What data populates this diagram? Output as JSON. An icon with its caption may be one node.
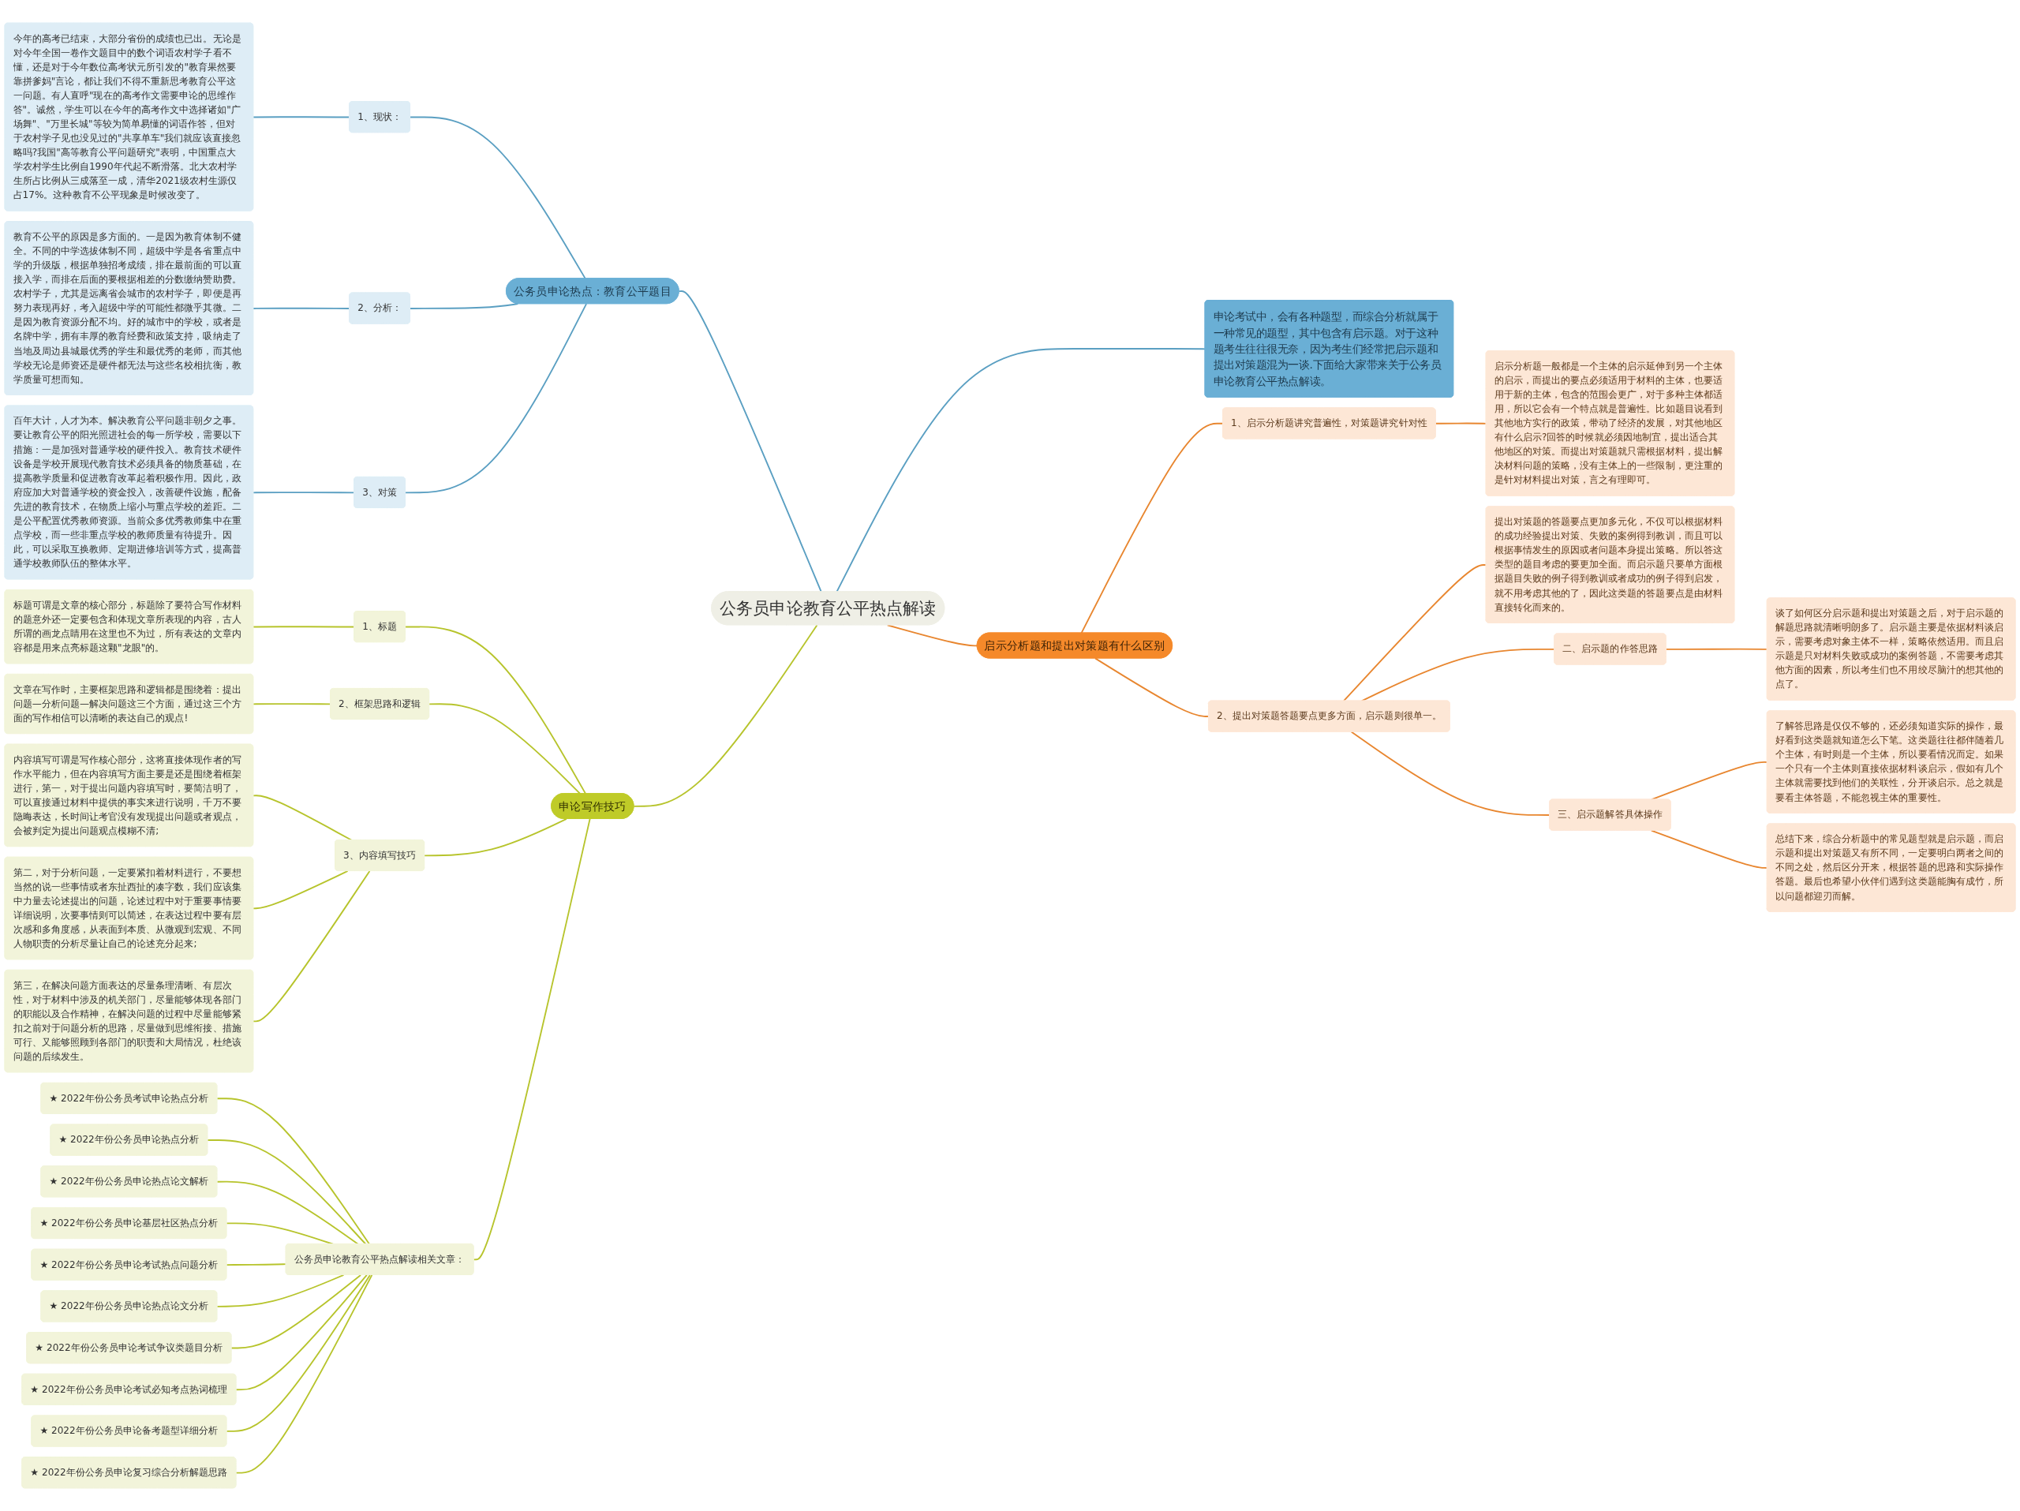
{
  "diagram": {
    "nodes": [
      {
        "text": [
          "公务员申论教育公平热点解读"
        ]
      },
      {
        "text": [
          "公务员申论热点：教育公平题目"
        ]
      },
      {
        "text": [
          "1、现状："
        ]
      },
      {
        "text": [
          "今年的高考已结束，大部分省份的成绩也已出。无论是对今年全国一卷作文题目中的数个词语农村学子看不懂，还是对于今年数位高考状元所引发的\"教育果然要靠拼爹妈\"言论，都让我们不得不重新思考教育公平这一问题。有人直呼\"现在的高考作文需要申论的思维作答\"。诚然，学生可以在今年的高考作文中选择诸如\"广场舞\"、\"万里长城\"等较为简单易懂的词语作答，但对于农村学子见也没见过的\"共享单车\"我们就应该直接忽略吗?我国\"高等教育公平问题研究\"表明，中国重点大学农村学生比例自1990年代起不断滑落。北大农村学生所占比例从三成落至一成，清华2021级农村生源仅占17%。这种教育不公平现象是时候改变了。"
        ]
      },
      {
        "text": [
          "2、分析："
        ]
      },
      {
        "text": [
          "教育不公平的原因是多方面的。一是因为教育体制不健全。不同的中学选拔体制不同，超级中学是各省重点中学的升级版，根据单独招考成绩，排在最前面的可以直接入学，而排在后面的要根据相差的分数缴纳赞助费。农村学子，尤其是远离省会城市的农村学子，即便是再努力表现再好，考入超级中学的可能性都微乎其微。二是因为教育资源分配不均。好的城市中的学校，或者是名牌中学，拥有丰厚的教育经费和政策支持，吸纳走了当地及周边县城最优秀的学生和最优秀的老师，而其他学校无论是师资还是硬件都无法与这些名校相抗衡，教学质量可想而知。"
        ]
      },
      {
        "text": [
          "3、对策"
        ]
      },
      {
        "text": [
          "百年大计，人才为本。解决教育公平问题非朝夕之事。要让教育公平的阳光照进社会的每一所学校，需要以下措施：一是加强对普通学校的硬件投入。教育技术硬件设备是学校开展现代教育技术必须具备的物质基础，在提高教学质量和促进教育改革起着积极作用。因此，政府应加大对普通学校的资金投入，改善硬件设施，配备先进的教育技术，在物质上缩小与重点学校的差距。二是公平配置优秀教师资源。当前众多优秀教师集中在重点学校，而一些非重点学校的教师质量有待提升。因此，可以采取互换教师、定期进修培训等方式，提高普通学校教师队伍的整体水平。"
        ]
      },
      {
        "text": [
          "申论考试中，会有各种题型，而综合分析就属于一种常见的题型，其中包含有启示题。对于这种题考生往往很无奈，因为考生们经常把启示题和提出对策题混为一谈.下面给大家带来关于公务员申论教育公平热点解读。"
        ]
      },
      {
        "text": [
          "启示分析题和提出对策题有什么区别"
        ]
      },
      {
        "text": [
          "1、启示分析题讲究普遍性，对策题讲究针对性"
        ]
      },
      {
        "text": [
          "启示分析题一般都是一个主体的启示延伸到另一个主体的启示，而提出的要点必须适用于材料的主体，也要适用于新的主体，包含的范围会更广，对于多种主体都适用，所以它会有一个特点就是普遍性。比如题目说看到其他地方实行的政策，带动了经济的发展，对其他地区有什么启示?回答的时候就必须因地制宜，提出适合其他地区的对策。而提出对策题就只需根据材料，提出解决材料问题的策略，没有主体上的一些限制，更注重的是针对材料提出对策，言之有理即可。"
        ]
      },
      {
        "text": [
          "2、提出对策题答题要点更多方面，启示题则很单一。"
        ]
      },
      {
        "text": [
          "提出对策题的答题要点更加多元化，不仅可以根据材料的成功经验提出对策、失败的案例得到教训，而且可以根据事情发生的原因或者问题本身提出策略。所以答这类型的题目考虑的要更加全面。而启示题只要单方面根据题目失败的例子得到教训或者成功的例子得到启发，就不用考虑其他的了，因此这类题的答题要点是由材料直接转化而来的。"
        ]
      },
      {
        "text": [
          "二、启示题的作答思路"
        ]
      },
      {
        "text": [
          "谈了如何区分启示题和提出对策题之后，对于启示题的解题思路就清晰明朗多了。启示题主要是依据材料谈启示，需要考虑对象主体不一样，策略依然适用。而且启示题是只对材料失败或成功的案例答题，不需要考虑其他方面的因素，所以考生们也不用绞尽脑汁的想其他的点了。"
        ]
      },
      {
        "text": [
          "三、启示题解答具体操作"
        ]
      },
      {
        "text": [
          "了解答思路是仅仅不够的，还必须知道实际的操作，最好看到这类题就知道怎么下笔。这类题往往都伴随着几个主体，有时则是一个主体，所以要看情况而定。如果一个只有一个主体则直接依据材料谈启示，假如有几个主体就需要找到他们的关联性，分开谈启示。总之就是要看主体答题，不能忽视主体的重要性。"
        ]
      },
      {
        "text": [
          "总结下来，综合分析题中的常见题型就是启示题，而启示题和提出对策题又有所不同，一定要明白两者之间的不同之处，然后区分开来，根据答题的思路和实际操作答题。最后也希望小伙伴们遇到这类题能胸有成竹，所以问题都迎刃而解。"
        ]
      },
      {
        "text": [
          "申论写作技巧"
        ]
      },
      {
        "text": [
          "1、标题"
        ]
      },
      {
        "text": [
          "标题可谓是文章的核心部分，标题除了要符合写作材料的题意外还一定要包含和体现文章所表现的内容，古人所谓的画龙点睛用在这里也不为过，所有表达的文章内容都是用来点亮标题这颗\"龙眼\"的。"
        ]
      },
      {
        "text": [
          "2、框架思路和逻辑"
        ]
      },
      {
        "text": [
          "文章在写作时，主要框架思路和逻辑都是围绕着：提出问题—分析问题—解决问题这三个方面，通过这三个方面的写作相信可以清晰的表达自己的观点!"
        ]
      },
      {
        "text": [
          "3、内容填写技巧"
        ]
      },
      {
        "text": [
          "内容填写可谓是写作核心部分，这将直接体现作者的写作水平能力，但在内容填写方面主要是还是围绕着框架进行，第一，对于提出问题内容填写时，要简洁明了，可以直接通过材料中提供的事实来进行说明，千万不要隐晦表达，长时间让考官没有发现提出问题或者观点，会被判定为提出问题观点模糊不清;"
        ]
      },
      {
        "text": [
          "第二，对于分析问题，一定要紧扣着材料进行，不要想当然的说一些事情或者东扯西扯的凑字数，我们应该集中力量去论述提出的问题，论述过程中对于重要事情要详细说明，次要事情则可以简述，在表达过程中要有层次感和多角度感，从表面到本质、从微观到宏观、不同人物职责的分析尽量让自己的论述充分起来;"
        ]
      },
      {
        "text": [
          "第三，在解决问题方面表达的尽量条理清晰、有层次性，对于材料中涉及的机关部门，尽量能够体现各部门的职能以及合作精神，在解决问题的过程中尽量能够紧扣之前对于问题分析的思路，尽量做到思维衔接、措施可行、又能够照顾到各部门的职责和大局情况，杜绝该问题的后续发生。"
        ]
      },
      {
        "text": [
          "公务员申论教育公平热点解读相关文章："
        ]
      },
      {
        "text": [
          "★ 2022年份公务员考试申论热点分析"
        ]
      },
      {
        "text": [
          "★ 2022年份公务员申论热点分析"
        ]
      },
      {
        "text": [
          "★ 2022年份公务员申论热点论文解析"
        ]
      },
      {
        "text": [
          "★ 2022年份公务员申论基层社区热点分析"
        ]
      },
      {
        "text": [
          "★ 2022年份公务员申论考试热点问题分析"
        ]
      },
      {
        "text": [
          "★ 2022年份公务员申论热点论文分析"
        ]
      },
      {
        "text": [
          "★ 2022年份公务员申论考试争议类题目分析"
        ]
      },
      {
        "text": [
          "★ 2022年份公务员申论考试必知考点热词梳理"
        ]
      },
      {
        "text": [
          "★ 2022年份公务员申论备考题型详细分析"
        ]
      },
      {
        "text": [
          "★ 2022年份公务员申论复习综合分析解题思路"
        ]
      }
    ],
    "edges": [
      {
        "from": 1,
        "to": 0,
        "arrow": "none",
        "color": "#5a9fc2"
      },
      {
        "from": 2,
        "to": 1,
        "arrow": "none",
        "color": "#5a9fc2"
      },
      {
        "from": 3,
        "to": 2,
        "arrow": "none",
        "color": "#5a9fc2"
      },
      {
        "from": 4,
        "to": 1,
        "arrow": "none",
        "color": "#5a9fc2"
      },
      {
        "from": 5,
        "to": 4,
        "arrow": "none",
        "color": "#5a9fc2"
      },
      {
        "from": 6,
        "to": 1,
        "arrow": "none",
        "color": "#5a9fc2"
      },
      {
        "from": 7,
        "to": 6,
        "arrow": "none",
        "color": "#5a9fc2"
      },
      {
        "from": 0,
        "to": 8,
        "arrow": "none",
        "color": "#5a9fc2"
      },
      {
        "from": 0,
        "to": 9,
        "arrow": "none",
        "color": "#e8862f"
      },
      {
        "from": 9,
        "to": 10,
        "arrow": "none",
        "color": "#e8862f"
      },
      {
        "from": 10,
        "to": 11,
        "arrow": "none",
        "color": "#e8862f"
      },
      {
        "from": 9,
        "to": 12,
        "arrow": "none",
        "color": "#e8862f"
      },
      {
        "from": 12,
        "to": 13,
        "arrow": "none",
        "color": "#e8862f"
      },
      {
        "from": 12,
        "to": 14,
        "arrow": "none",
        "color": "#e8862f"
      },
      {
        "from": 14,
        "to": 15,
        "arrow": "none",
        "color": "#e8862f"
      },
      {
        "from": 12,
        "to": 16,
        "arrow": "none",
        "color": "#e8862f"
      },
      {
        "from": 16,
        "to": 17,
        "arrow": "none",
        "color": "#e8862f"
      },
      {
        "from": 16,
        "to": 18,
        "arrow": "none",
        "color": "#e8862f"
      },
      {
        "from": 19,
        "to": 0,
        "arrow": "none"
      },
      {
        "from": 20,
        "to": 19,
        "arrow": "none"
      },
      {
        "from": 21,
        "to": 20,
        "arrow": "none"
      },
      {
        "from": 22,
        "to": 19,
        "arrow": "none"
      },
      {
        "from": 23,
        "to": 22,
        "arrow": "none"
      },
      {
        "from": 24,
        "to": 19,
        "arrow": "none"
      },
      {
        "from": 25,
        "to": 24,
        "arrow": "none"
      },
      {
        "from": 26,
        "to": 24,
        "arrow": "none"
      },
      {
        "from": 27,
        "to": 24,
        "arrow": "none"
      },
      {
        "from": 28,
        "to": 19,
        "arrow": "none"
      },
      {
        "from": 29,
        "to": 28,
        "arrow": "none"
      },
      {
        "from": 30,
        "to": 28,
        "arrow": "none"
      },
      {
        "from": 31,
        "to": 28,
        "arrow": "none"
      },
      {
        "from": 32,
        "to": 28,
        "arrow": "none"
      },
      {
        "from": 33,
        "to": 28,
        "arrow": "none"
      },
      {
        "from": 34,
        "to": 28,
        "arrow": "none"
      },
      {
        "from": 35,
        "to": 28,
        "arrow": "none"
      },
      {
        "from": 36,
        "to": 28,
        "arrow": "none"
      },
      {
        "from": 37,
        "to": 28,
        "arrow": "none"
      },
      {
        "from": 38,
        "to": 28,
        "arrow": "none"
      }
    ]
  }
}
